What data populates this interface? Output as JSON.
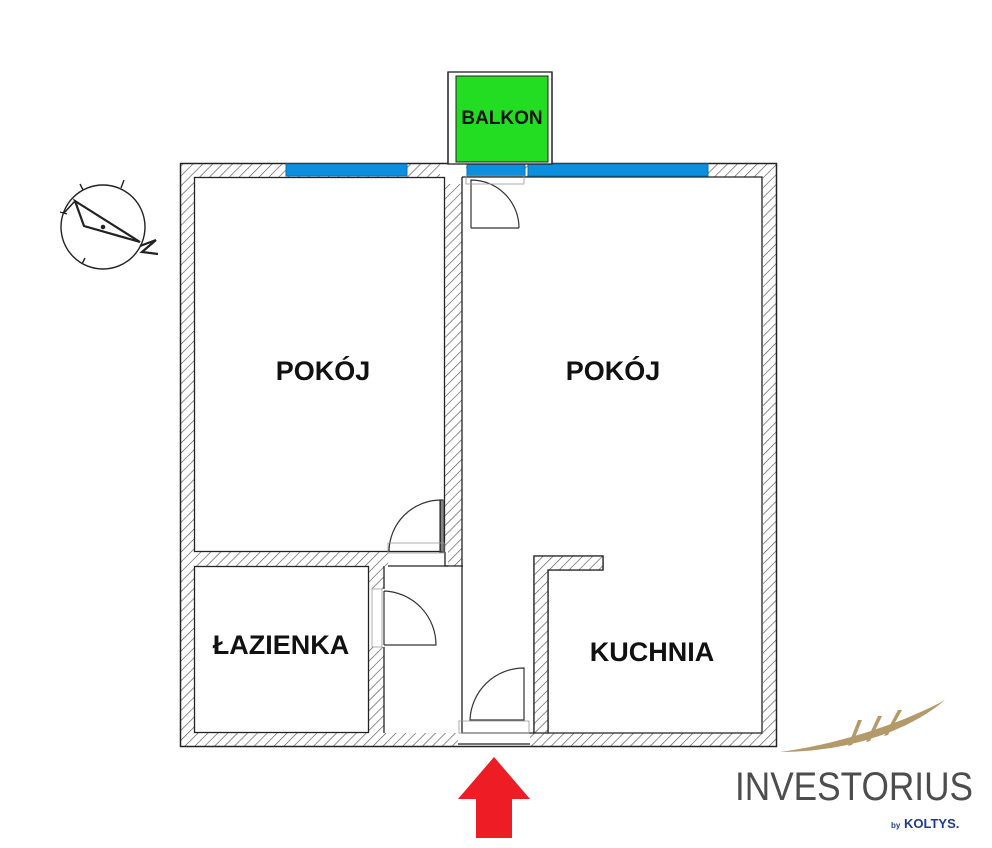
{
  "rooms": {
    "balcony": "BALKON",
    "room_left": "POKÓJ",
    "room_right": "POKÓJ",
    "bathroom": "ŁAZIENKA",
    "kitchen": "KUCHNIA"
  },
  "logo": {
    "name": "INVESTORIUS",
    "by": "by",
    "brand": "KOLTYS."
  },
  "compass": {
    "north_letter": "N"
  },
  "colors": {
    "balcony_fill": "#22dd22",
    "window": "#0b8fde",
    "entrance_arrow": "#ee1c25",
    "logo_gold": "#b49a6a",
    "logo_gray": "#4d4d4d",
    "brand_blue": "#1f3c88"
  }
}
